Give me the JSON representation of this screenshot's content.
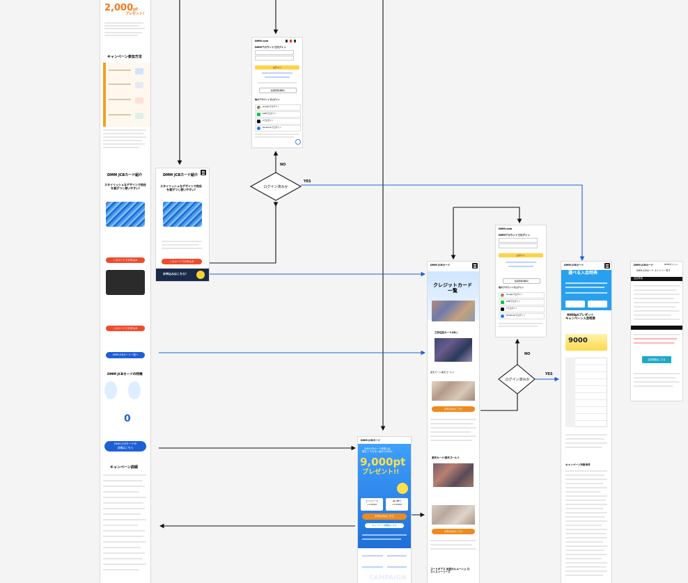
{
  "lp": {
    "amount": "2,000",
    "pt": "pt",
    "present": "プレゼント!",
    "campaign_method": "キャンペーン参加方法",
    "card_intro": "DMM JCBカード紹介",
    "card_catch": "スタイリッシュなデザインで他社\nを差がつく使いやすい!",
    "apply_now": "このカードでお申込み",
    "features": "DMM JCBカードの特徴",
    "zero": "0",
    "details_btn": "DMM JCBカードの\n詳細はこちら",
    "campaign_detail": "キャンペーン詳細",
    "recommend": "DMM JCBカード一覧へ"
  },
  "card_screen": {
    "title": "DMM JCBカード紹介",
    "catch": "スタイリッシュなデザインで他社\nを差がつく使いやすい!",
    "apply_btn": "このカードでお申込み",
    "cta": "お申込みはこちら!"
  },
  "login1": {
    "brand": "DMM.com",
    "title": "DMMアカウントでログイン",
    "login_btn": "ログイン",
    "signup_btn": "会員登録(無料)",
    "social_title": "他のアカウントでログイン",
    "google": "Googleでログイン",
    "line": "LINEでログイン",
    "x": "Xでログイン",
    "facebook": "Facebookでログイン"
  },
  "decisions": {
    "d1": "ログイン済みか",
    "d2": "ログイン済みか",
    "yes": "YES",
    "no": "NO"
  },
  "list": {
    "brand": "DMM JCBカード",
    "title": "クレジットカード\n一覧",
    "card1": "三井住友カード(NL)",
    "card2": "楽天カード/楽天ゴールド",
    "card3": "コードギアス 反逆のルルーシュ ロ\nストストーリーズ",
    "apply": "お申込みはこちら"
  },
  "campaign": {
    "brand": "DMM JCBカード",
    "headline": "DMM JCBカード新規入会\n限定で もれなく最大9,000pt",
    "big": "9,000pt",
    "present": "プレゼント!!",
    "entry": "エントリーで\n+1,000pt",
    "use": "買い物で\n+3,000pt",
    "apply_btn": "お申込みはこちら",
    "detail_btn": "キャンペーン詳細はこちら",
    "watermark": "CAMPAIGN"
  },
  "benefits": {
    "brand": "DMM JCBカード",
    "title": "選べる入会特典",
    "sub": "9000ptプレゼント\nキャンペーン入会特典",
    "big": "9000",
    "section": "キャンペーン対象条件"
  },
  "final": {
    "brand": "DMM JCBカード",
    "brand_right": "DMMポイント",
    "headline": "DMM JCBカード エントリー完了",
    "note_title": "注意事項",
    "cta": "会員登録はこちら"
  }
}
